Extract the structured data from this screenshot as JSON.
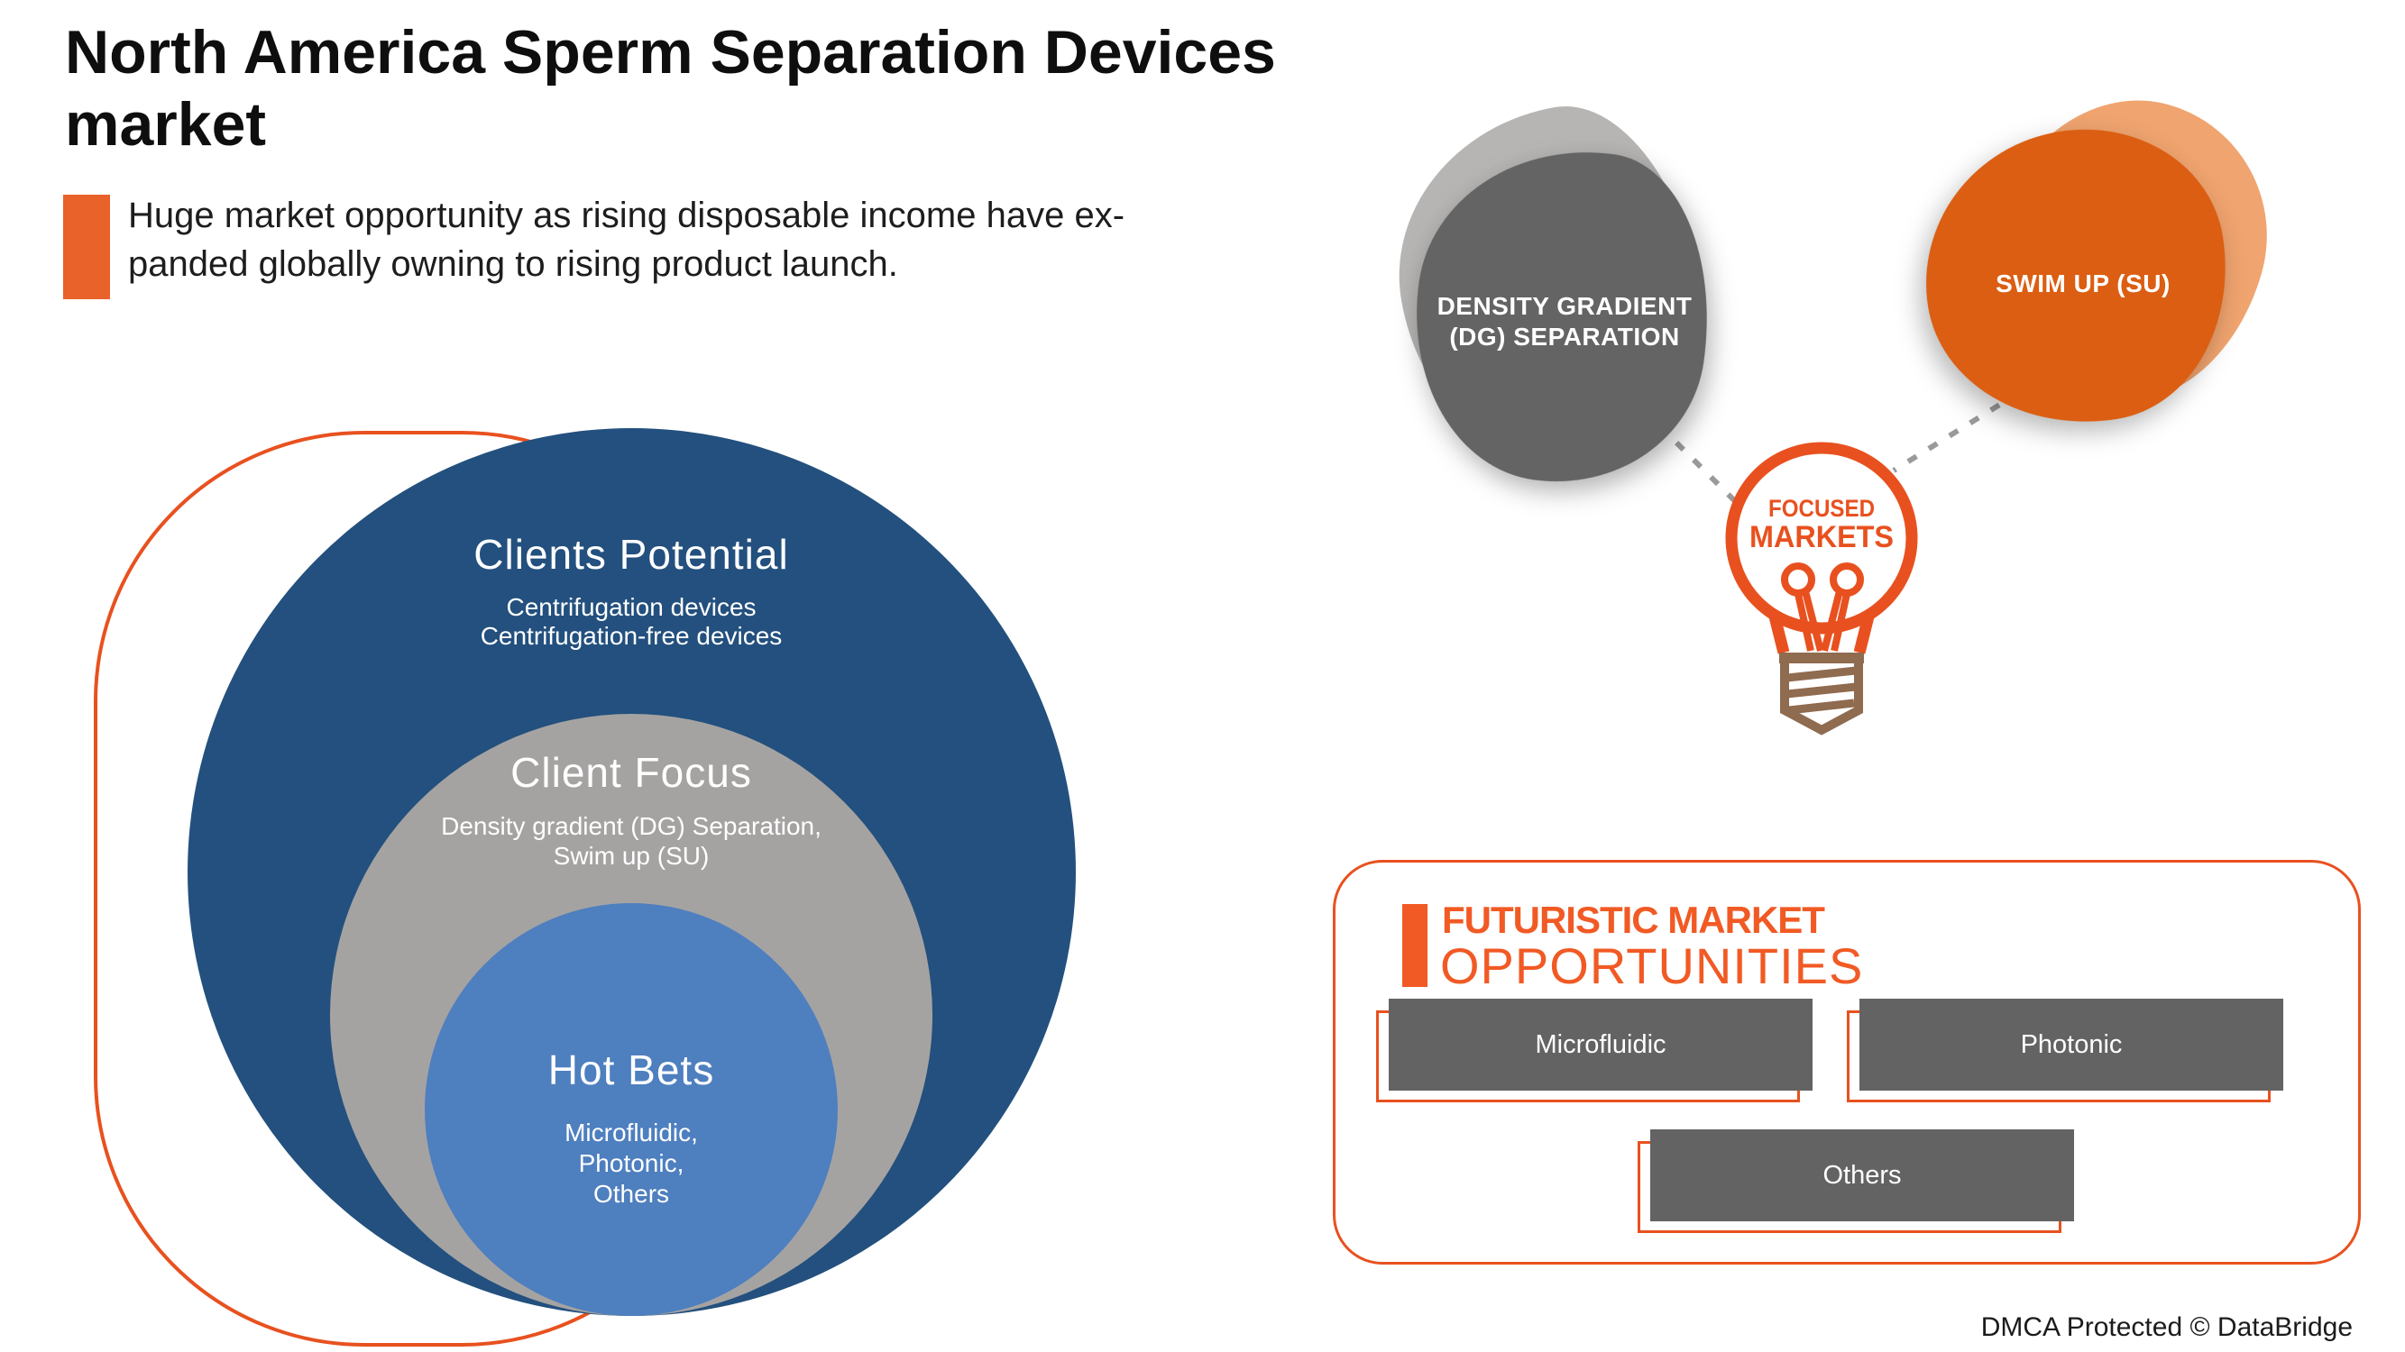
{
  "header": {
    "title_lines": [
      "North America Sperm Separation Devices",
      "market"
    ],
    "subtitle_lines": [
      "Huge market opportunity as rising disposable income have ex-",
      "panded globally owning to rising product launch."
    ]
  },
  "onion": {
    "rings": [
      {
        "name": "Clients Potential",
        "items": [
          "Centrifugation devices",
          "Centrifugation-free devices"
        ]
      },
      {
        "name": "Client Focus",
        "items": [
          "Density gradient (DG) Separation,",
          "Swim up (SU)"
        ]
      },
      {
        "name": "Hot Bets",
        "items": [
          "Microfluidic,",
          "Photonic,",
          "Others"
        ]
      }
    ]
  },
  "focused_markets": {
    "hub_line1": "FOCUSED",
    "hub_line2": "MARKETS",
    "node_gray_line1": "DENSITY GRADIENT",
    "node_gray_line2": "(DG) SEPARATION",
    "node_orange": "SWIM UP (SU)"
  },
  "opportunities": {
    "heading_line1": "FUTURISTIC MARKET",
    "heading_line2": "OPPORTUNITIES",
    "items": [
      "Microfluidic",
      "Photonic",
      "Others"
    ]
  },
  "footer": {
    "text": "DMCA Protected © DataBridge"
  },
  "colors": {
    "accent_orange": "#E8511F",
    "heading_orange": "#F15A24",
    "blob_orange": "#DB5E12",
    "blob_orange_ghost": "#F0A46F",
    "blob_gray": "#646464",
    "blob_gray_ghost": "#B7B5B3",
    "ring_dark_blue": "#23507E",
    "ring_gray": "#A5A3A2",
    "ring_light_blue": "#4E7FBF",
    "box_gray": "#636363",
    "bulb_base_brown": "#8F6B50",
    "dashed_line_gray": "#9A9A9A"
  }
}
